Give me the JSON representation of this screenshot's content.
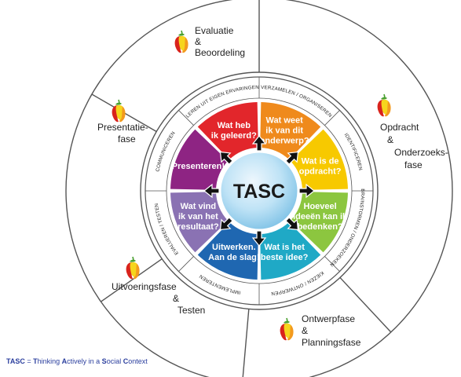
{
  "center": {
    "label": "TASC"
  },
  "segments": [
    {
      "id": "wat-heb-ik-geleerd",
      "lines": [
        "Wat heb",
        "ik geleerd?"
      ],
      "color": "#e2262b"
    },
    {
      "id": "wat-weet-ik",
      "lines": [
        "Wat weet",
        "ik van dit",
        "onderwerp?"
      ],
      "color": "#ef8a1c"
    },
    {
      "id": "wat-is-de-opdracht",
      "lines": [
        "Wat is de",
        "opdracht?"
      ],
      "color": "#f7c900"
    },
    {
      "id": "hoeveel-ideeen",
      "lines": [
        "Hoeveel",
        "ideeën kan ik",
        "bedenken?"
      ],
      "color": "#8cc63f"
    },
    {
      "id": "wat-is-het-beste-idee",
      "lines": [
        "Wat is het",
        "beste idee?"
      ],
      "color": "#1fa9c6"
    },
    {
      "id": "uitwerken",
      "lines": [
        "Uitwerken.",
        "Aan de slag!"
      ],
      "color": "#1f67b1"
    },
    {
      "id": "wat-vind-ik",
      "lines": [
        "Wat vind",
        "ik van het",
        "resultaat?"
      ],
      "color": "#8a72b3"
    },
    {
      "id": "presenteren",
      "lines": [
        "Presenteren!"
      ],
      "color": "#8e2483"
    }
  ],
  "ring_labels": [
    "LEREN UIT EIGEN ERVARINGEN",
    "VERZAMELEN / ORGANISEREN",
    "IDENTIFICEREN",
    "BRAINSTORMEN / ONDERZOEKEN",
    "KIEZEN / ONTWERPEN",
    "IMPLEMENTEREN",
    "EVALUEREN / TESTEN",
    "COMMUNICEREN"
  ],
  "phases": [
    {
      "id": "evaluatie",
      "lines": [
        "Evaluatie",
        "&",
        "Beoordeling"
      ]
    },
    {
      "id": "opdracht",
      "lines": [
        "Opdracht",
        "&",
        "Onderzoeks-",
        "fase"
      ]
    },
    {
      "id": "ontwerp",
      "lines": [
        "Ontwerpfase",
        "&",
        "Planningsfase"
      ]
    },
    {
      "id": "uitvoering",
      "lines": [
        "Uitvoeringsfase",
        "&",
        "Testen"
      ]
    },
    {
      "id": "presentatie",
      "lines": [
        "Presentatie-",
        "fase"
      ]
    }
  ],
  "footnote": {
    "parts": [
      {
        "text": "TASC",
        "bold": true
      },
      {
        "text": " = ",
        "bold": false
      },
      {
        "text": "T",
        "bold": true
      },
      {
        "text": "hinking ",
        "bold": false
      },
      {
        "text": "A",
        "bold": true
      },
      {
        "text": "ctively in a ",
        "bold": false
      },
      {
        "text": "S",
        "bold": true
      },
      {
        "text": "ocial ",
        "bold": false
      },
      {
        "text": "C",
        "bold": true
      },
      {
        "text": "ontext",
        "bold": false
      }
    ]
  },
  "colors": {
    "outline": "#555555",
    "arrow": "#111111",
    "center_light": "#eef7fd",
    "center_dark": "#7fc2e6",
    "pepper_red": "#d9231c",
    "pepper_orange": "#f39a1e",
    "pepper_yellow": "#f6d51d",
    "pepper_green": "#49a02f",
    "footnote": "#2b3f9e"
  }
}
